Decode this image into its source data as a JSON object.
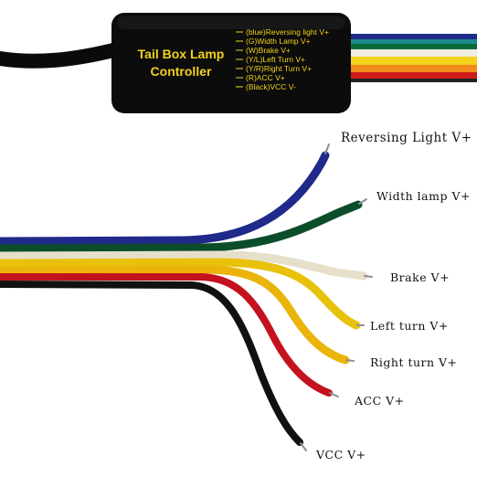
{
  "controller": {
    "title_line1": "Tail Box Lamp",
    "title_line2": "Controller",
    "pins": [
      "(blue)Reversing light V+",
      "(G)Width Lamp V+",
      "(W)Brake V+",
      "(Y/L)Left Turn V+",
      "(Y/R)Right Turn V+",
      "(R)ACC V+",
      "(Black)VCC V-"
    ]
  },
  "wires": [
    {
      "label": "Reversing Light V+",
      "color": "#1f2a8a"
    },
    {
      "label": "Width lamp V+",
      "color": "#0b4d2b"
    },
    {
      "label": "Brake V+",
      "color": "#f1ecd9"
    },
    {
      "label": "Left turn V+",
      "color": "#e8c20a"
    },
    {
      "label": "Right turn V+",
      "color": "#eab40b"
    },
    {
      "label": "ACC V+",
      "color": "#c4121f"
    },
    {
      "label": "VCC V+",
      "color": "#111111"
    }
  ],
  "colors": {
    "box": "#0c0c0c",
    "box_text": "#f1d21c",
    "cable": "#0a0a0a",
    "stripe_orange": "#f28a1c"
  }
}
